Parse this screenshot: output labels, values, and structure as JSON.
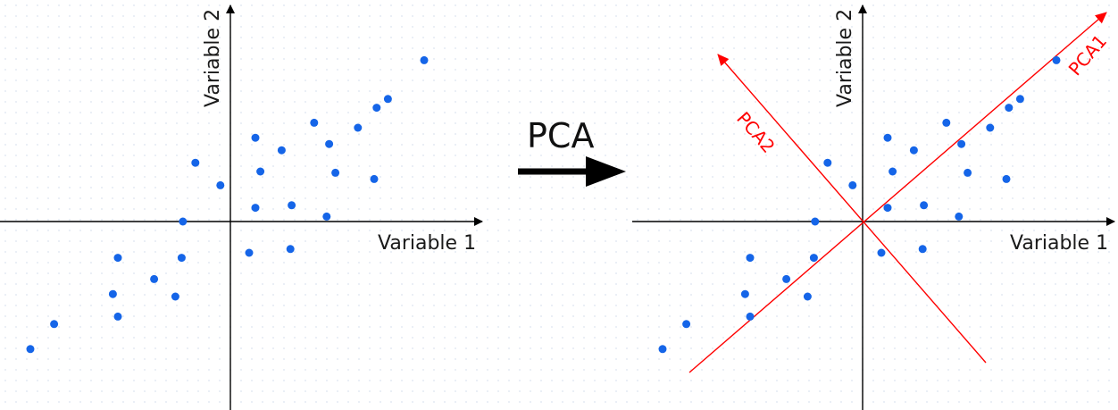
{
  "colors": {
    "point": "#1565e8",
    "axis": "#000000",
    "pc_axis": "#ff0000",
    "text": "#1a1a1a"
  },
  "left_panel": {
    "x_label": "Variable 1",
    "y_label": "Variable 2"
  },
  "right_panel": {
    "x_label": "Variable 1",
    "y_label": "Variable 2",
    "pc1_label": "PCA1",
    "pc2_label": "PCA2"
  },
  "transform": {
    "label": "PCA"
  },
  "chart_data": {
    "type": "scatter",
    "points": [
      [
        7.75,
        6.45
      ],
      [
        5.85,
        4.55
      ],
      [
        6.3,
        4.9
      ],
      [
        3.35,
        3.95
      ],
      [
        5.1,
        3.75
      ],
      [
        3.95,
        3.1
      ],
      [
        1.0,
        3.35
      ],
      [
        2.05,
        2.85
      ],
      [
        1.2,
        2.0
      ],
      [
        4.2,
        1.95
      ],
      [
        5.75,
        1.7
      ],
      [
        -1.4,
        2.35
      ],
      [
        -0.4,
        1.45
      ],
      [
        1.0,
        0.55
      ],
      [
        2.45,
        0.65
      ],
      [
        3.85,
        0.2
      ],
      [
        -1.9,
        0.0
      ],
      [
        0.75,
        -1.25
      ],
      [
        2.4,
        -1.1
      ],
      [
        -4.5,
        -1.45
      ],
      [
        -1.95,
        -1.45
      ],
      [
        -3.05,
        -2.3
      ],
      [
        -4.7,
        -2.9
      ],
      [
        -2.2,
        -3.0
      ],
      [
        -4.5,
        -3.8
      ],
      [
        -7.05,
        -4.1
      ],
      [
        -8.0,
        -5.1
      ]
    ]
  }
}
